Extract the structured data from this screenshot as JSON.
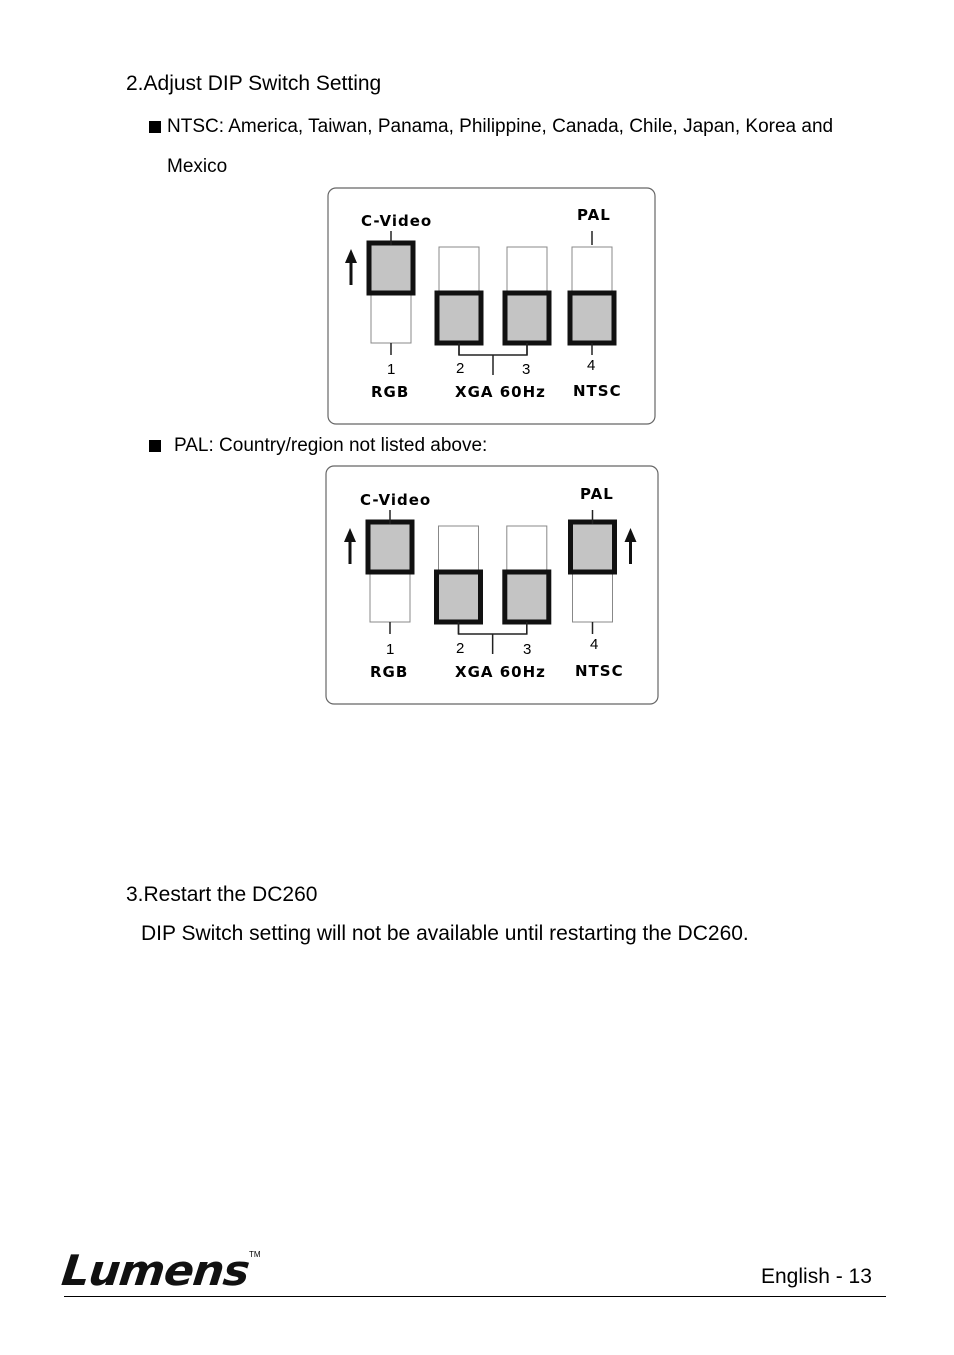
{
  "step2": {
    "title": "2.Adjust DIP Switch Setting",
    "ntsc_text_line1": "NTSC: America, Taiwan, Panama, Philippine, Canada, Chile, Japan, Korea and",
    "ntsc_text_line2": "Mexico",
    "pal_text": "PAL: Country/region not listed above:"
  },
  "diagram_labels": {
    "cvideo": "C-Video",
    "pal": "PAL",
    "rgb": "RGB",
    "xga": "XGA 60Hz",
    "ntsc": "NTSC",
    "n1": "1",
    "n2": "2",
    "n3": "3",
    "n4": "4"
  },
  "diagrams": [
    {
      "name": "ntsc",
      "switches_up": [
        true,
        false,
        false,
        false
      ]
    },
    {
      "name": "pal",
      "switches_up": [
        true,
        false,
        false,
        true
      ]
    }
  ],
  "step3": {
    "title": "3.Restart the DC260",
    "body": "DIP Switch setting will not be available until restarting the DC260."
  },
  "footer": {
    "logo": "Lumens",
    "trademark": "TM",
    "page": "English  -  13"
  }
}
